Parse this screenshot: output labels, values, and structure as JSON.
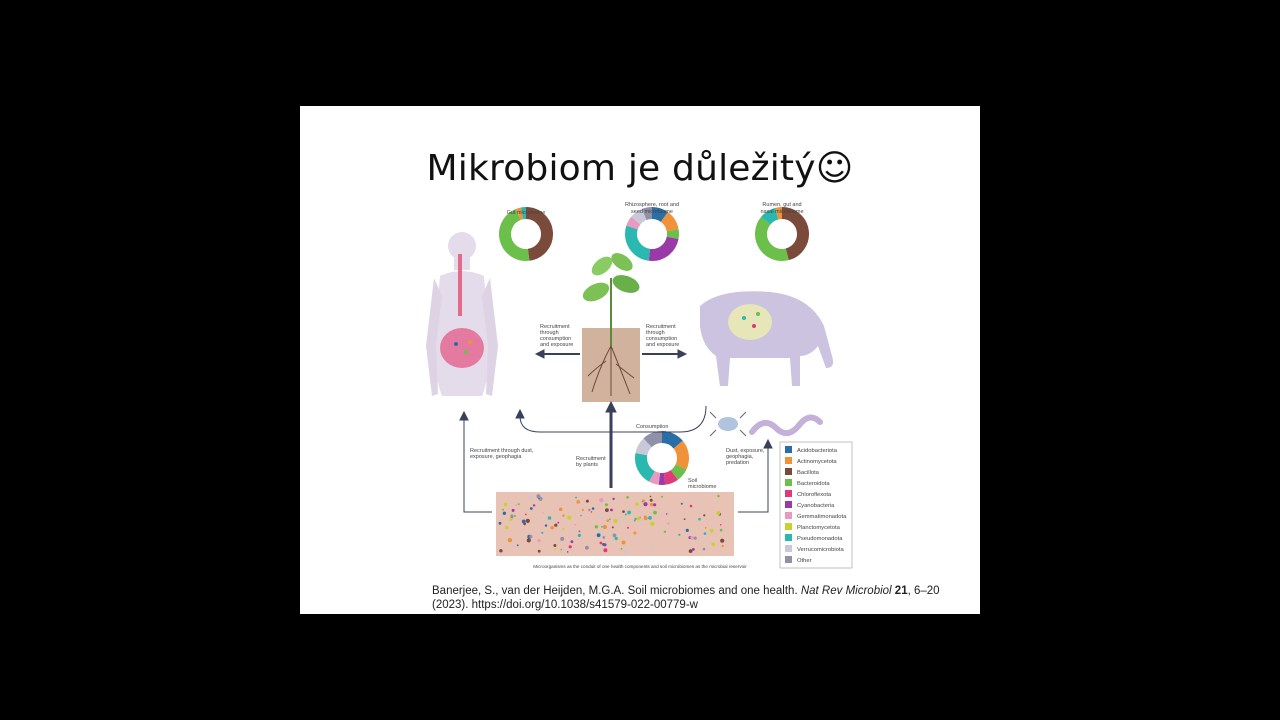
{
  "slide": {
    "title": "Mikrobiom je důležitý",
    "title_emoji": "☺"
  },
  "figure": {
    "microbiomes": {
      "gut": "Gut microbiome",
      "plant_line1": "Rhizosphere, root and",
      "plant_line2": "seed microbiome",
      "animal_line1": "Rumen, gut and",
      "animal_line2": "nasal microbiome",
      "soil_line1": "Soil",
      "soil_line2": "microbiome"
    },
    "arrows": {
      "left_recruit": [
        "Recruitment",
        "through",
        "consumption",
        "and exposure"
      ],
      "right_recruit": [
        "Recruitment",
        "through",
        "consumption",
        "and exposure"
      ],
      "consumption": "Consumption",
      "dust_left": [
        "Recruitment through dust,",
        "exposure, geophagia"
      ],
      "by_plants": [
        "Recruitment",
        "by plants"
      ],
      "dust_right": [
        "Dust, exposure,",
        "geophagia,",
        "predation"
      ]
    },
    "footer": "Microorganisms as the conduit of one health components and soil microbiomes as the microbial reservoir",
    "legend": [
      {
        "name": "Acidobacteriota",
        "color": "#2a6ea8"
      },
      {
        "name": "Actinomycetota",
        "color": "#f0923a"
      },
      {
        "name": "Bacillota",
        "color": "#7a4b3a"
      },
      {
        "name": "Bacteroidota",
        "color": "#6cbf4a"
      },
      {
        "name": "Chloroflexota",
        "color": "#e03a7a"
      },
      {
        "name": "Cyanobacteria",
        "color": "#9a3aa8"
      },
      {
        "name": "Gemmatimonadota",
        "color": "#e89ac0"
      },
      {
        "name": "Planctomycetota",
        "color": "#c8d22a"
      },
      {
        "name": "Pseudomonadota",
        "color": "#2ab8b0"
      },
      {
        "name": "Verrucomicrobiota",
        "color": "#c8c8d8"
      },
      {
        "name": "Other",
        "color": "#9090a8"
      }
    ]
  },
  "citation": {
    "authors": "Banerjee, S., van der Heijden, M.G.A. Soil microbiomes and one health.",
    "journal": "Nat Rev Microbiol",
    "volume": "21",
    "rest": ", 6–20 (2023). https://doi.org/10.1038/s41579-022-00779-w"
  }
}
